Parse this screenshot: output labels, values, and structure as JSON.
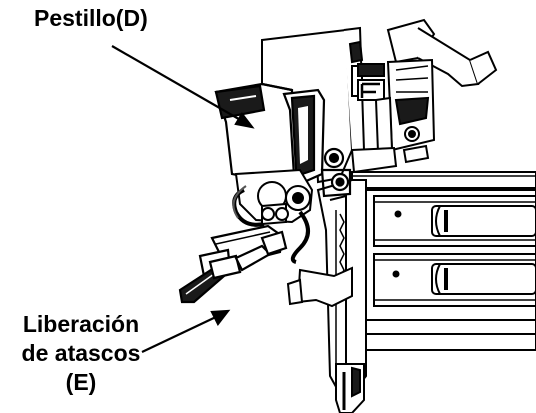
{
  "labels": {
    "latch": "Pestillo(D)",
    "jam_release_line1": "Liberación",
    "jam_release_line2": "de atascos",
    "jam_release_line3": "(E)"
  },
  "colors": {
    "ink": "#000000",
    "fill_dark": "#1a1a1a",
    "fill_mid": "#555555",
    "fill_light": "#ffffff"
  }
}
